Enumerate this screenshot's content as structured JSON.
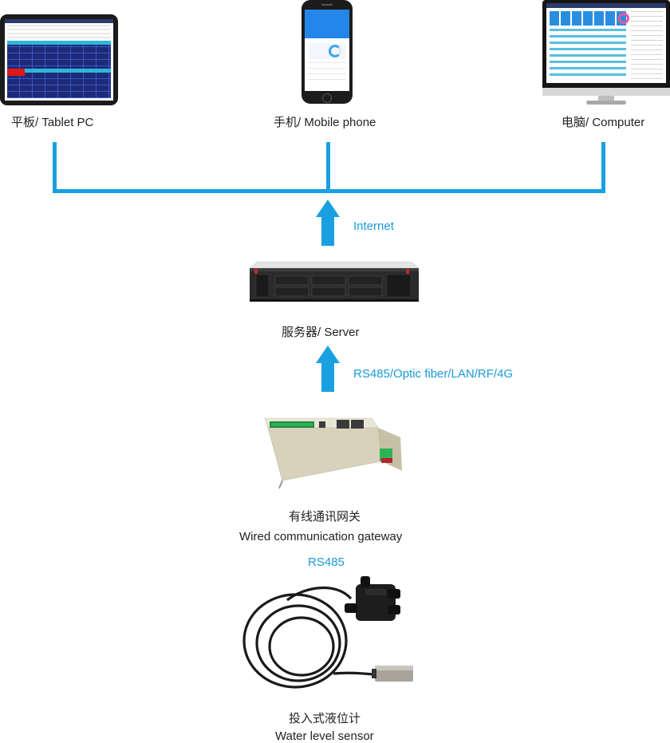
{
  "devices": {
    "tablet_label": "平板/ Tablet PC",
    "phone_label": "手机/ Mobile phone",
    "computer_label": "电脑/ Computer"
  },
  "links": {
    "internet": "Internet",
    "server_link": "RS485/Optic fiber/LAN/RF/4G",
    "sensor_link": "RS485"
  },
  "server": {
    "label": "服务器/ Server"
  },
  "gateway": {
    "label_cn": "有线通讯网关",
    "label_en": "Wired communication gateway"
  },
  "sensor": {
    "label_cn": "投入式液位计",
    "label_en": "Water level sensor"
  },
  "colors": {
    "accent": "#19a0e0",
    "link_text": "#1a9ad8"
  }
}
